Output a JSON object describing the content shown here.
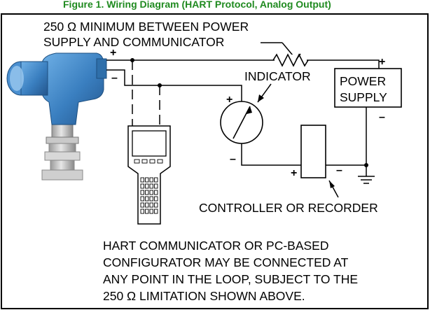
{
  "header_text": "Figure 1. Wiring Diagram (HART Protocol, Analog Output)",
  "resistor_note": {
    "line1": "250 Ω MINIMUM BETWEEN POWER",
    "line2": "SUPPLY AND COMMUNICATOR"
  },
  "indicator_label": "INDICATOR",
  "power_supply": {
    "line1": "POWER",
    "line2": "SUPPLY"
  },
  "controller_label": "CONTROLLER OR RECORDER",
  "footnote": {
    "line1": "HART COMMUNICATOR OR PC-BASED",
    "line2": "CONFIGURATOR MAY BE CONNECTED AT",
    "line3": "ANY POINT IN THE LOOP, SUBJECT TO THE",
    "line4": "250 Ω  LIMITATION SHOWN ABOVE."
  },
  "polarity": {
    "plus": "+",
    "minus": "–"
  },
  "colors": {
    "header_green": "#1f8a1f",
    "transmitter_blue": "#3a7fc0",
    "wire": "#000000",
    "frame": "#000000"
  }
}
